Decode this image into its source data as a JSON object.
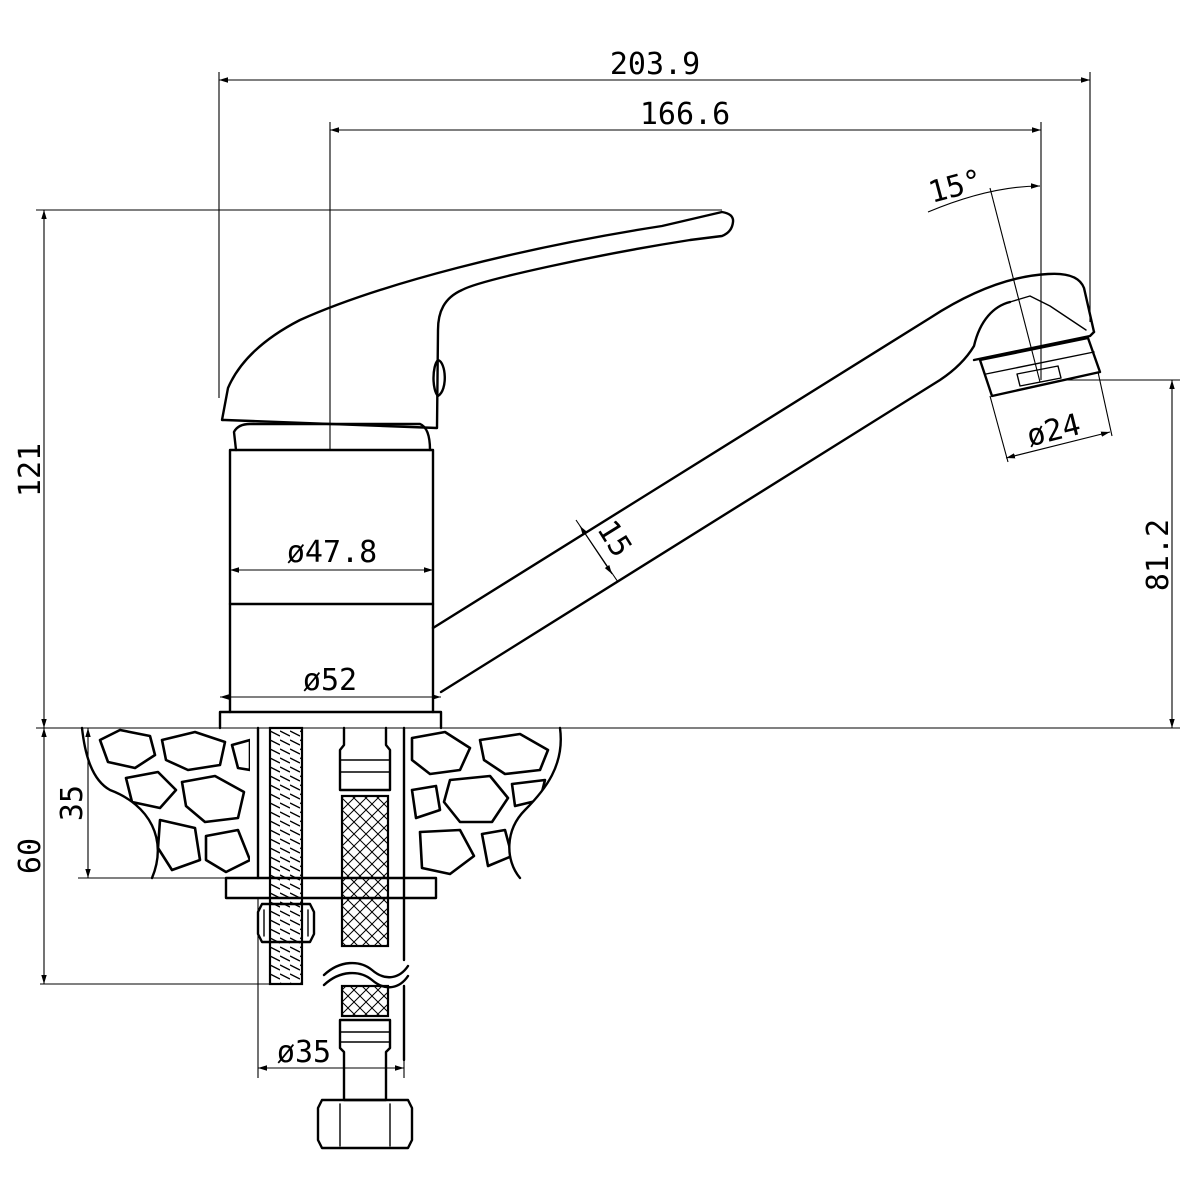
{
  "dimensions": {
    "overall_width": "203.9",
    "spout_reach": "166.6",
    "spout_angle": "15°",
    "total_height": "121",
    "body_diameter": "ø47.8",
    "spout_thickness": "15",
    "base_diameter": "ø52",
    "aerator_diameter": "ø24",
    "spout_height": "81.2",
    "countertop_thickness": "35",
    "under_counter_length": "60",
    "mount_hole_diameter": "ø35"
  },
  "colors": {
    "line": "#000000",
    "background": "#ffffff"
  },
  "icons": {
    "faucet": "single-lever-faucet-drawing",
    "countertop": "stone-hatch-section"
  }
}
